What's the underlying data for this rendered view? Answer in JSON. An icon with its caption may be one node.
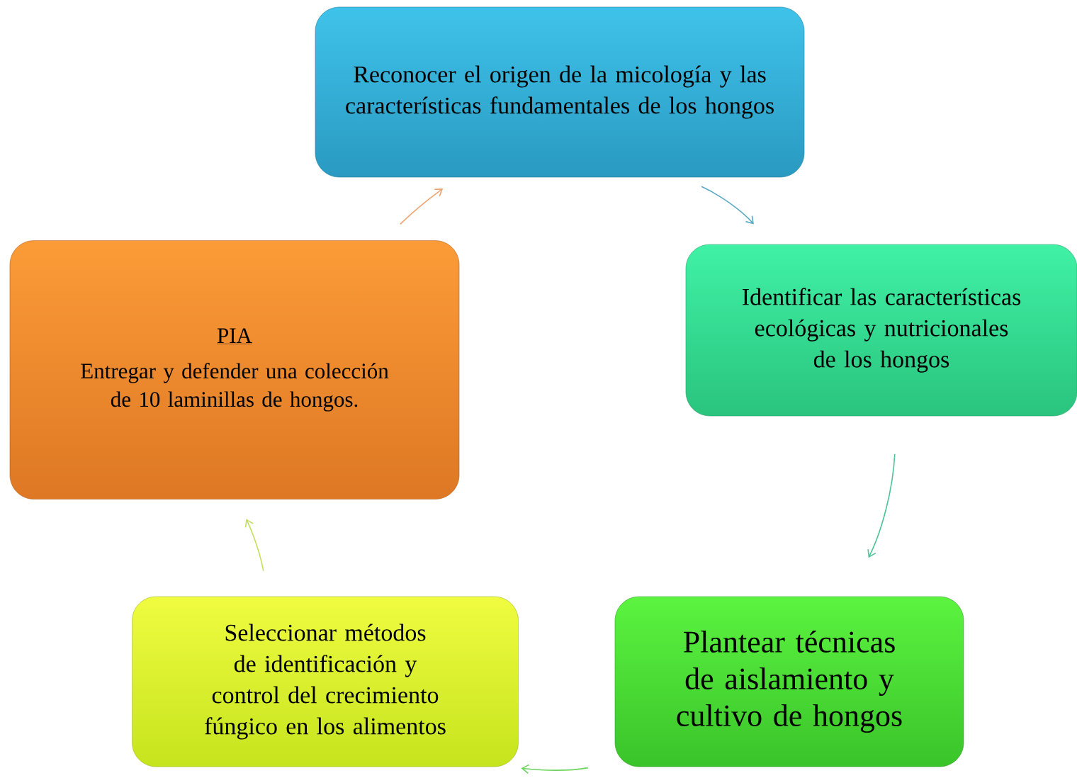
{
  "diagram": {
    "nodes": [
      {
        "text": [
          "Reconocer el origen de la micología y las características fundamentales de los hongos"
        ]
      },
      {
        "text": [
          "Identificar las características ecológicas y nutricionales de los hongos"
        ]
      },
      {
        "text": [
          "Plantear técnicas de aislamiento y cultivo de hongos"
        ]
      },
      {
        "text": [
          "Seleccionar métodos de identificación y control del crecimiento fúngico en los alimentos"
        ]
      },
      {
        "text": [
          "PIA",
          "Entregar y defender una colección de 10 laminillas de hongos."
        ]
      }
    ],
    "edges": [
      {
        "from": 0,
        "to": 1,
        "arrow": "to",
        "color": "#5aa9c4"
      },
      {
        "from": 1,
        "to": 2,
        "arrow": "to",
        "color": "#4cc496"
      },
      {
        "from": 2,
        "to": 3,
        "arrow": "to",
        "color": "#6bd45c"
      },
      {
        "from": 3,
        "to": 4,
        "arrow": "to",
        "color": "#c4df5a"
      },
      {
        "from": 4,
        "to": 0,
        "arrow": "to",
        "color": "#f0a472"
      }
    ]
  }
}
